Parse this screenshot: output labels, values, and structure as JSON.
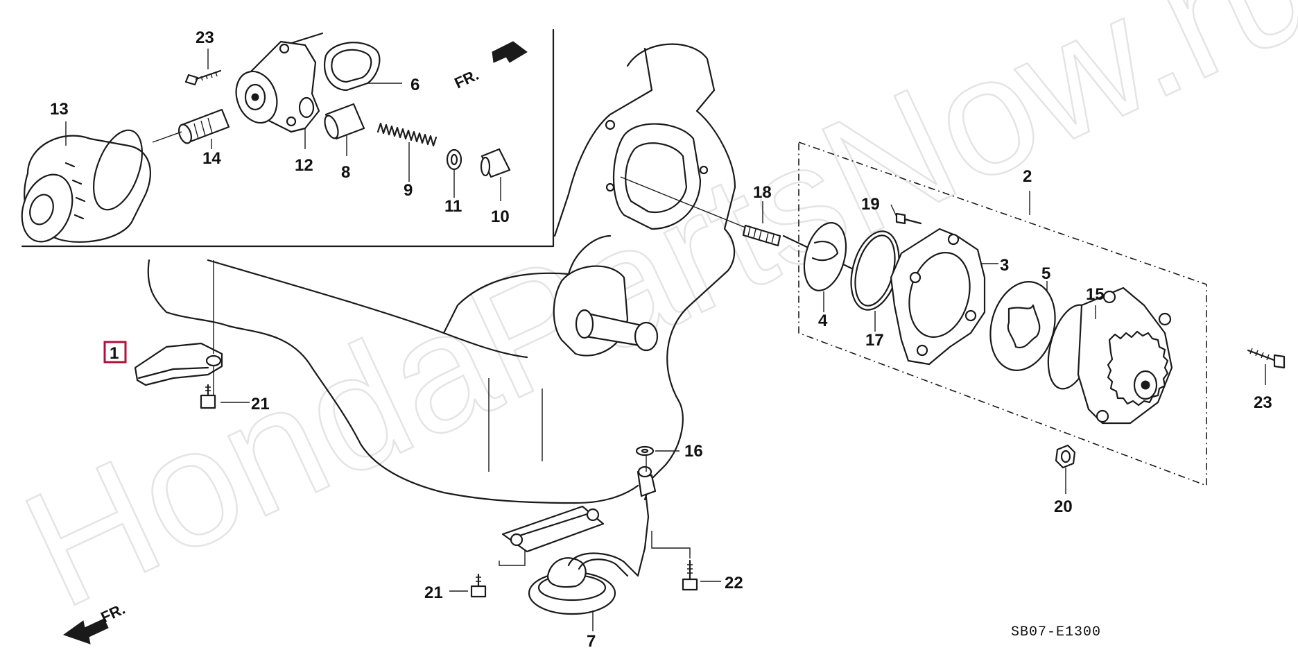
{
  "diagram": {
    "code": "SB07-E1300",
    "front_marker": "FR.",
    "watermark": "HondaPartsNow.ru"
  },
  "callouts": {
    "p1": "1",
    "p2": "2",
    "p3": "3",
    "p4": "4",
    "p5": "5",
    "p6": "6",
    "p7": "7",
    "p8": "8",
    "p9": "9",
    "p10": "10",
    "p11": "11",
    "p12": "12",
    "p13": "13",
    "p14": "14",
    "p15": "15",
    "p16": "16",
    "p17": "17",
    "p18": "18",
    "p19": "19",
    "p20": "20",
    "p21a": "21",
    "p21b": "21",
    "p22": "22",
    "p23a": "23",
    "p23b": "23"
  },
  "colors": {
    "line": "#1a1a1a",
    "highlight": "#b0103a",
    "watermark": "#e4e4e4"
  }
}
